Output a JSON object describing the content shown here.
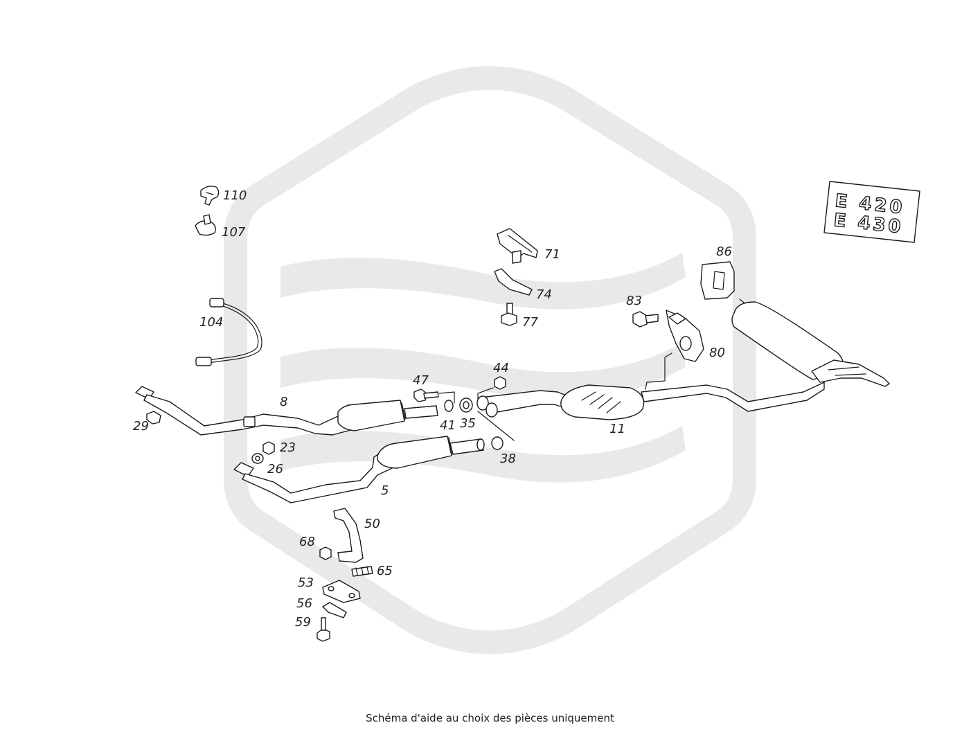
{
  "caption": "Schéma d'aide au choix des pièces uniquement",
  "watermark": {
    "icon": "hexagon-logo-watermark",
    "color": "#e9e9e9"
  },
  "badge": {
    "line1": "E 420",
    "line2": "E 430"
  },
  "callouts": {
    "c110": "110",
    "c107": "107",
    "c104": "104",
    "c8": "8",
    "c29": "29",
    "c47": "47",
    "c41": "41",
    "c35": "35",
    "c44": "44",
    "c71": "71",
    "c74": "74",
    "c77": "77",
    "c83": "83",
    "c86": "86",
    "c80": "80",
    "c11": "11",
    "c38": "38",
    "c23": "23",
    "c26": "26",
    "c5": "5",
    "c50": "50",
    "c68": "68",
    "c65": "65",
    "c53": "53",
    "c56": "56",
    "c59": "59"
  }
}
